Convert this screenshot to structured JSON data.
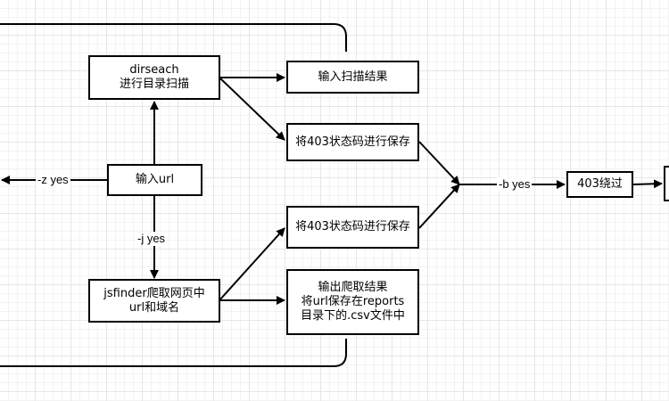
{
  "nodes": {
    "dirseach": "dirseach\n进行目录扫描",
    "scan_result": "输入扫描结果",
    "save_403_top": "将403状态码进行保存",
    "input_url": "输入url",
    "save_403_bottom": "将403状态码进行保存",
    "jsfinder": "jsfinder爬取网页中\nurl和域名",
    "crawl_output": "输出爬取结果\n将url保存在reports\n目录下的.csv文件中",
    "bypass_403": "403绕过"
  },
  "edge_labels": {
    "z_yes": "-z yes",
    "j_yes": "-j yes",
    "b_yes": "-b yes"
  }
}
